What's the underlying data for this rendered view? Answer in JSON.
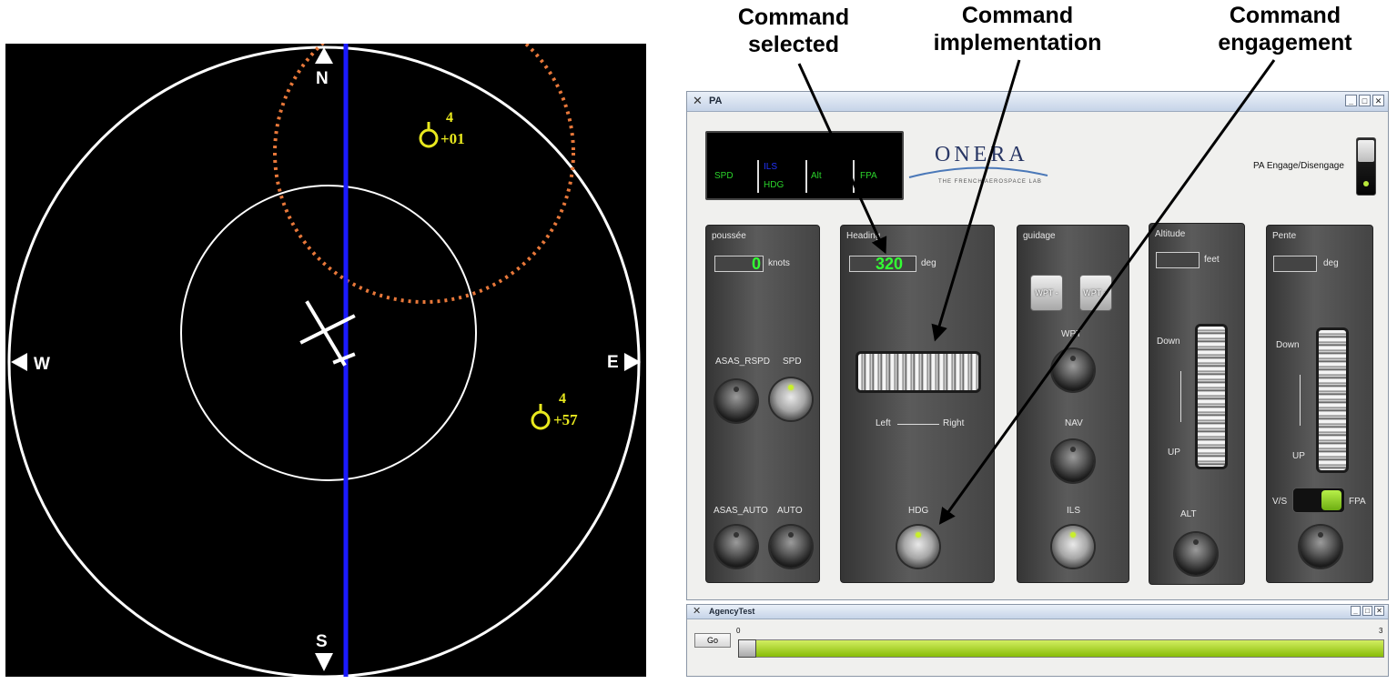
{
  "callouts": {
    "selected": [
      "Command",
      "selected"
    ],
    "implementation": [
      "Command",
      "implementation"
    ],
    "engagement": [
      "Command",
      "engagement"
    ]
  },
  "radar": {
    "compass": {
      "north": "N",
      "south": "S",
      "east": "E",
      "west": "W"
    },
    "traffic": [
      {
        "level": "4",
        "delta": "+01"
      },
      {
        "level": "4",
        "delta": "+57"
      }
    ],
    "colors": {
      "heading_line": "#1a1aff",
      "conflict_ring": "#e8783a",
      "traffic": "#e8e81e"
    }
  },
  "pa_window": {
    "title": "PA",
    "mode_display": {
      "spd": "SPD",
      "ils": "ILS",
      "hdg": "HDG",
      "alt": "Alt",
      "fpa": "FPA"
    },
    "logo": {
      "name": "ONERA",
      "tagline": "THE FRENCH AEROSPACE LAB"
    },
    "engage_label": "PA Engage/Disengage",
    "thrust": {
      "title": "poussée",
      "value": "0",
      "unit": "knots",
      "btn_asas_rspd": "ASAS_RSPD",
      "btn_spd": "SPD",
      "btn_asas_auto": "ASAS_AUTO",
      "btn_auto": "AUTO"
    },
    "heading": {
      "title": "Heading",
      "value": "320",
      "unit": "deg",
      "left": "Left",
      "right": "Right",
      "btn_hdg": "HDG"
    },
    "guidance": {
      "title": "guidage",
      "wpt_minus": "WPT -",
      "wpt_plus": "WPT +",
      "wpt": "WPT",
      "nav": "NAV",
      "ils": "ILS"
    },
    "altitude": {
      "title": "Altitude",
      "value": "",
      "unit": "feet",
      "down": "Down",
      "up": "UP",
      "btn_alt": "ALT"
    },
    "slope": {
      "title": "Pente",
      "value": "",
      "unit": "deg",
      "down": "Down",
      "up": "UP",
      "vs": "V/S",
      "fpa": "FPA"
    }
  },
  "agency_window": {
    "title": "AgencyTest",
    "go_label": "Go",
    "min_label": "0",
    "max_label": "3",
    "progress_value": 0
  }
}
